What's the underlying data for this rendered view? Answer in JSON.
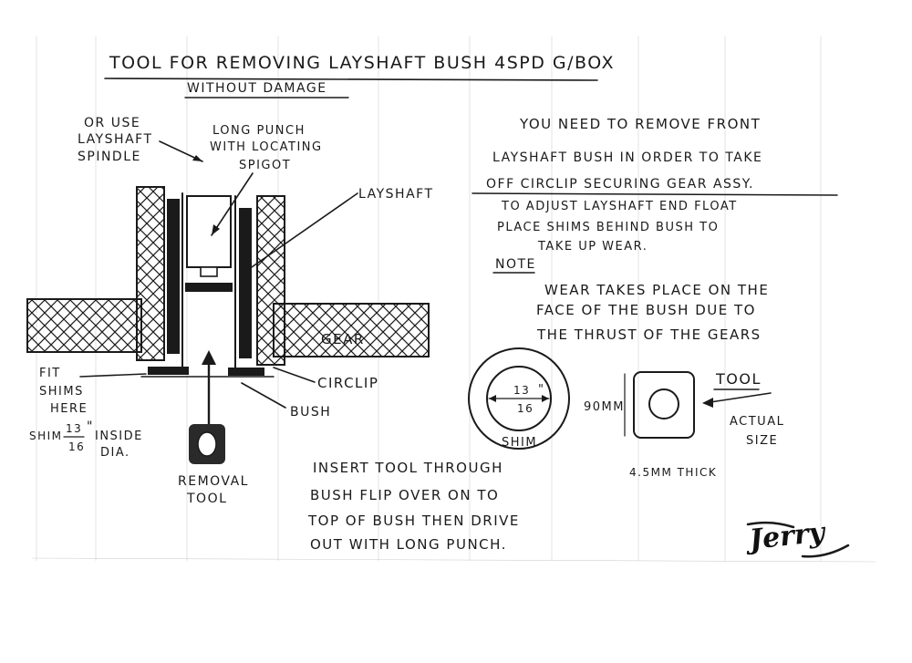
{
  "title": "TOOL FOR REMOVING LAYSHAFT BUSH 4SPD G/BOX",
  "subtitle": "WITHOUT DAMAGE",
  "labels": {
    "or_use": "OR USE",
    "layshaft_1": "LAYSHAFT",
    "spindle": "SPINDLE",
    "long_punch": "LONG PUNCH",
    "with_locating": "WITH LOCATING",
    "spigot": "SPIGOT",
    "layshaft_2": "LAYSHAFT",
    "gear": "GEAR",
    "circlip": "CIRCLIP",
    "bush": "BUSH",
    "fit": "FIT",
    "shims": "SHIMS",
    "here": "HERE",
    "shim_size_prefix": "SHIM",
    "frac_num": "13",
    "frac_den": "16",
    "inch_mark": "\"",
    "inside": "INSIDE",
    "dia": "DIA.",
    "removal": "REMOVAL",
    "tool": "TOOL"
  },
  "notes": [
    "YOU NEED TO REMOVE FRONT",
    "LAYSHAFT BUSH IN ORDER TO TAKE",
    "OFF CIRCLIP SECURING GEAR ASSY.",
    "TO ADJUST LAYSHAFT END FLOAT",
    "PLACE SHIMS BEHIND BUSH TO",
    "TAKE UP WEAR."
  ],
  "note_heading": "NOTE",
  "wear_note": [
    "WEAR TAKES PLACE ON THE",
    "FACE OF THE BUSH DUE TO",
    "THE THRUST OF THE GEARS"
  ],
  "shim_drawing": {
    "frac_num": "13",
    "frac_den": "16",
    "inch_mark": "\"",
    "label": "SHIM"
  },
  "tool_drawing": {
    "dimension": "90mm",
    "label": "TOOL",
    "actual": "ACTUAL",
    "size": "SIZE",
    "thickness": "4.5mm THICK"
  },
  "instructions": [
    "INSERT TOOL THROUGH",
    "BUSH FLIP OVER ON TO",
    "TOP OF BUSH THEN DRIVE",
    "OUT WITH LONG PUNCH."
  ],
  "signature": "Jerry"
}
